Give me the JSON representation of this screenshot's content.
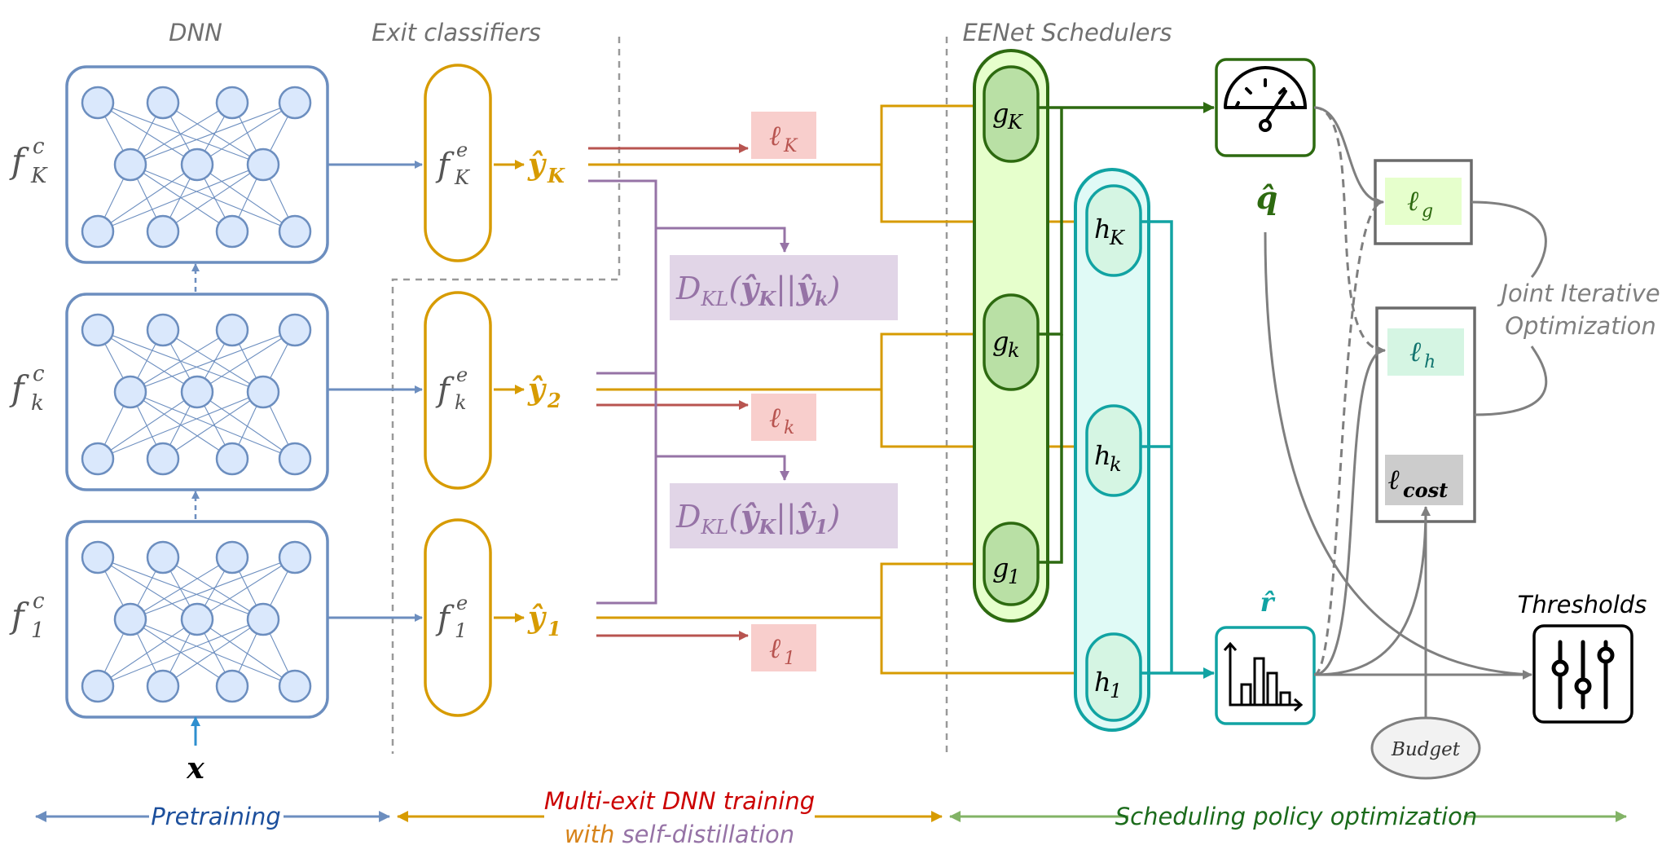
{
  "headers": {
    "dnn": "DNN",
    "exit": "Exit classifiers",
    "sched": "EENet Schedulers",
    "thresholds": "Thresholds",
    "joint_line1": "Joint Iterative",
    "joint_line2": "Optimization"
  },
  "dnn_blocks": [
    {
      "label": "f",
      "sup": "c",
      "sub": "K"
    },
    {
      "label": "f",
      "sup": "c",
      "sub": "k"
    },
    {
      "label": "f",
      "sup": "c",
      "sub": "1"
    }
  ],
  "exits": [
    {
      "label": "f",
      "sup": "e",
      "sub": "K",
      "out": "ŷ",
      "out_sub": "K"
    },
    {
      "label": "f",
      "sup": "e",
      "sub": "k",
      "out": "ŷ",
      "out_sub": "2"
    },
    {
      "label": "f",
      "sup": "e",
      "sub": "1",
      "out": "ŷ",
      "out_sub": "1"
    }
  ],
  "losses": [
    {
      "sym": "ℓ",
      "sub": "K"
    },
    {
      "sym": "ℓ",
      "sub": "k"
    },
    {
      "sym": "ℓ",
      "sub": "1"
    }
  ],
  "kl": [
    {
      "d": "D",
      "d_sub": "KL",
      "a": "ŷ",
      "a_sub": "K",
      "b": "ŷ",
      "b_sub": "k"
    },
    {
      "d": "D",
      "d_sub": "KL",
      "a": "ŷ",
      "a_sub": "K",
      "b": "ŷ",
      "b_sub": "1"
    }
  ],
  "g_nodes": [
    {
      "sym": "g",
      "sub": "K"
    },
    {
      "sym": "g",
      "sub": "k"
    },
    {
      "sym": "g",
      "sub": "1"
    }
  ],
  "h_nodes": [
    {
      "sym": "h",
      "sub": "K"
    },
    {
      "sym": "h",
      "sub": "k"
    },
    {
      "sym": "h",
      "sub": "1"
    }
  ],
  "q_label": "q̂",
  "r_label": "r̂",
  "x_label": "x",
  "loss_g": {
    "sym": "ℓ",
    "sub": "g"
  },
  "loss_h": {
    "sym": "ℓ",
    "sub": "h"
  },
  "loss_cost": {
    "sym": "ℓ",
    "sub": "cost"
  },
  "budget": "Budget",
  "phases": {
    "pretraining": "Pretraining",
    "multi_line1": "Multi-exit DNN training",
    "multi_with": "with",
    "multi_self": "self-distillation",
    "scheduling": "Scheduling policy optimization"
  },
  "colors": {
    "dnn": "#6c8ebf",
    "exit": "#d79b00",
    "loss": "#b85450",
    "kl": "#9673a6",
    "g": "#2d6a10",
    "h": "#11a3a3",
    "grey": "#7f7f7f"
  }
}
